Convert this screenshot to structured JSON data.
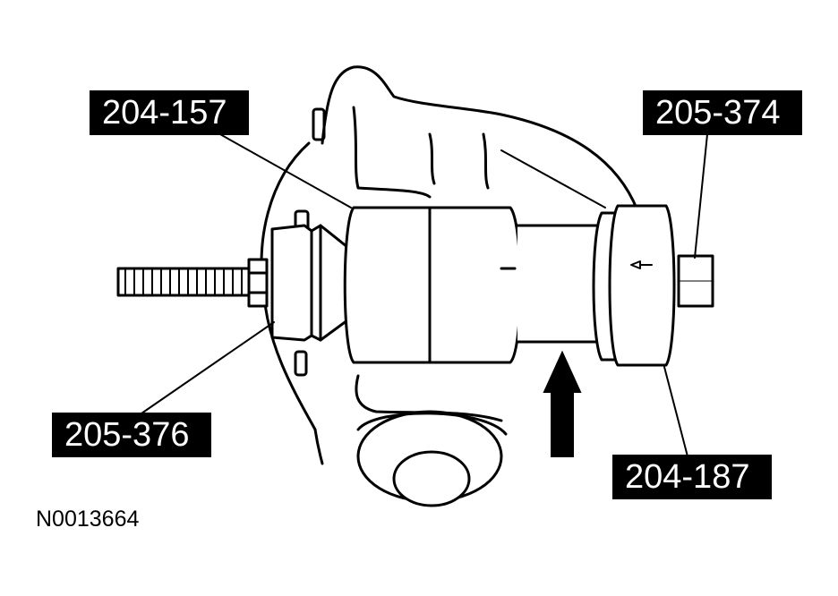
{
  "labels": {
    "tool_204_157": "204-157",
    "tool_205_374": "205-374",
    "tool_205_376": "205-376",
    "tool_204_187": "204-187"
  },
  "reference_number": "N0013664",
  "colors": {
    "line": "#000000",
    "fill": "#ffffff",
    "callout_bg": "#000000",
    "callout_text": "#ffffff"
  },
  "icons": {
    "direction_arrow": "up-arrow-icon"
  }
}
